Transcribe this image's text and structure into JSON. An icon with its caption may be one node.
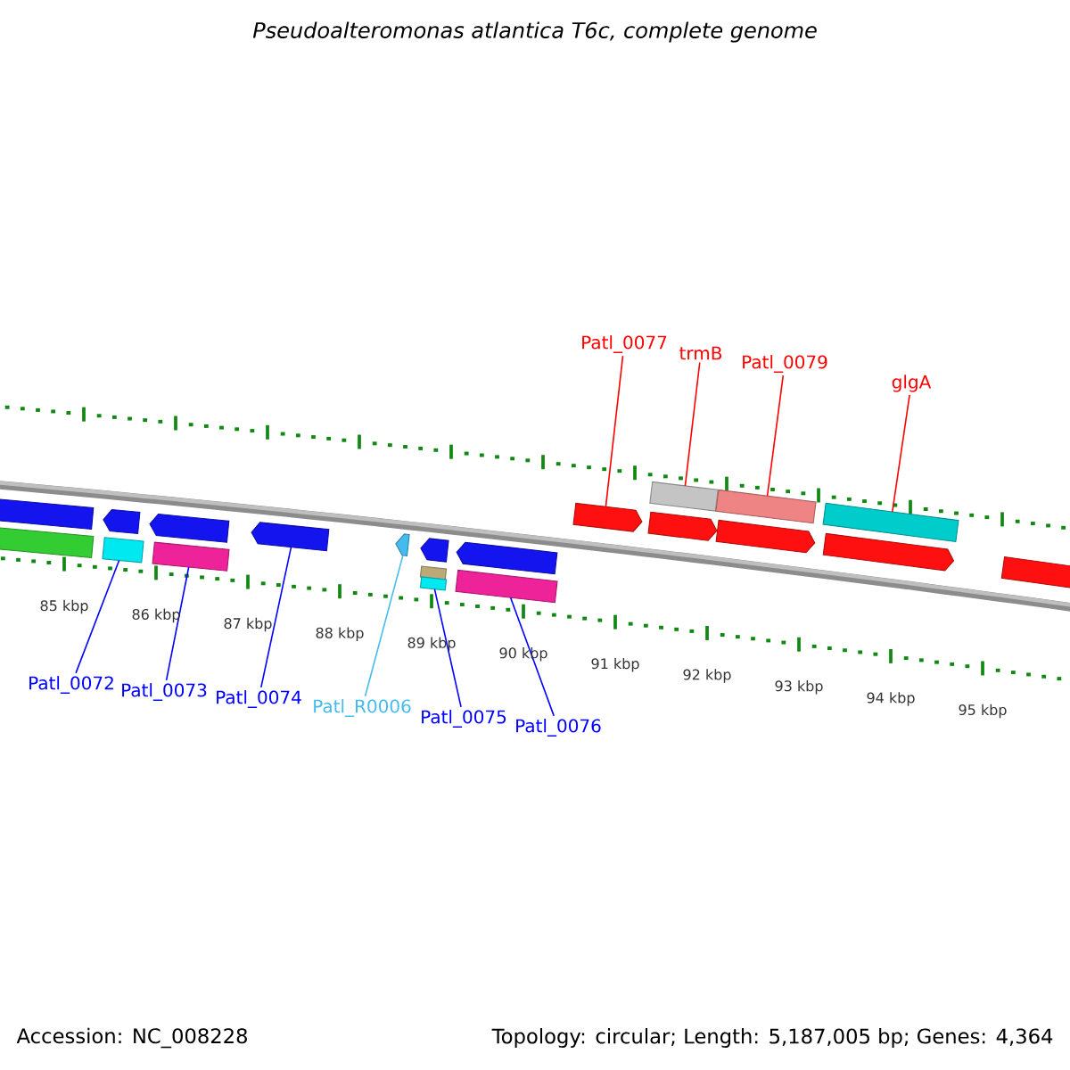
{
  "diagram": {
    "title": "Pseudoalteromonas atlantica T6c, complete genome",
    "nodes": [
      {
        "text": [
          "Patl_0077"
        ]
      },
      {
        "text": [
          "trmB"
        ]
      },
      {
        "text": [
          "Patl_0079"
        ]
      },
      {
        "text": [
          "glgA"
        ]
      },
      {
        "text": [
          "Patl_0072"
        ]
      },
      {
        "text": [
          "Patl_0073"
        ]
      },
      {
        "text": [
          "Patl_0074"
        ]
      },
      {
        "text": [
          "Patl_R0006"
        ]
      },
      {
        "text": [
          "Patl_0075"
        ]
      },
      {
        "text": [
          "Patl_0076"
        ]
      },
      {
        "text": [],
        "shape": "bar"
      },
      {
        "text": [],
        "shape": "bar"
      },
      {
        "text": [],
        "shape": "bar"
      },
      {
        "text": [],
        "shape": "arrow"
      },
      {
        "text": [],
        "shape": "bar"
      },
      {
        "text": [],
        "shape": "arrow"
      },
      {
        "text": [],
        "shape": "arrow"
      },
      {
        "text": [],
        "shape": "arrow"
      },
      {
        "text": [],
        "shape": "bar"
      },
      {
        "text": [],
        "shape": "bar"
      },
      {
        "text": [],
        "shape": "arrow"
      },
      {
        "text": [],
        "shape": "bar"
      },
      {
        "text": [],
        "shape": "arrow"
      },
      {
        "text": [],
        "shape": "arrow"
      },
      {
        "text": [],
        "shape": "arrow"
      },
      {
        "text": [],
        "shape": "bar"
      },
      {
        "text": [],
        "shape": "arrow"
      },
      {
        "text": [],
        "shape": "bar"
      },
      {
        "text": [],
        "shape": "arrow"
      },
      {
        "text": [],
        "shape": "bar"
      },
      {
        "text": [],
        "shape": "arrow"
      }
    ],
    "edges": [
      {
        "from": 0,
        "to": 23,
        "arrow": "none",
        "color": "#ff0000"
      },
      {
        "from": 1,
        "to": 25,
        "arrow": "none",
        "color": "#ff0000"
      },
      {
        "from": 2,
        "to": 27,
        "arrow": "none",
        "color": "#ff0000"
      },
      {
        "from": 3,
        "to": 29,
        "arrow": "none",
        "color": "#ff0000"
      },
      {
        "from": 4,
        "to": 12,
        "arrow": "none"
      },
      {
        "from": 5,
        "to": 14,
        "arrow": "none"
      },
      {
        "from": 6,
        "to": 16,
        "arrow": "none"
      },
      {
        "from": 7,
        "to": 17,
        "arrow": "none",
        "color": "#44bbee"
      },
      {
        "from": 8,
        "to": 19,
        "arrow": "none"
      },
      {
        "from": 9,
        "to": 21,
        "arrow": "none"
      }
    ],
    "labels": [
      "85 kbp",
      "86 kbp",
      "87 kbp",
      "88 kbp",
      "89 kbp",
      "90 kbp",
      "91 kbp",
      "92 kbp",
      "93 kbp",
      "94 kbp",
      "95 kbp",
      "Accession: NC_008228",
      "Topology: circular; Length: 5,187,005 bp; Genes: 4,364"
    ]
  }
}
